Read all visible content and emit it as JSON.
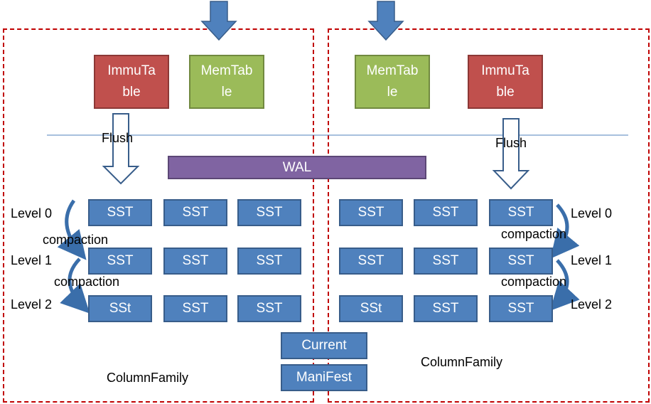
{
  "inputs": {
    "arrow_left": "down-arrow",
    "arrow_right": "down-arrow"
  },
  "left": {
    "immutable_label": "ImmuTa ble",
    "memtable_label": "MemTab le",
    "flush_label": "Flush",
    "levels": [
      "Level 0",
      "Level 1",
      "Level 2"
    ],
    "compaction_labels": [
      "compaction",
      "compaction"
    ],
    "sst_rows": [
      [
        "SST",
        "SST",
        "SST"
      ],
      [
        "SST",
        "SST",
        "SST"
      ],
      [
        "SSt",
        "SST",
        "SST"
      ]
    ],
    "column_family_label": "ColumnFamily"
  },
  "right": {
    "memtable_label": "MemTab le",
    "immutable_label": "ImmuTa ble",
    "flush_label": "Flush",
    "levels": [
      "Level 0",
      "Level 1",
      "Level 2"
    ],
    "compaction_labels": [
      "compaction",
      "compaction"
    ],
    "sst_rows": [
      [
        "SST",
        "SST",
        "SST"
      ],
      [
        "SST",
        "SST",
        "SST"
      ],
      [
        "SSt",
        "SST",
        "SST"
      ]
    ],
    "column_family_label": "ColumnFamily"
  },
  "shared": {
    "wal_label": "WAL",
    "current_label": "Current",
    "manifest_label": "ManiFest"
  },
  "colors": {
    "immutable": "#c0504d",
    "memtable": "#9bbb59",
    "sst": "#4f81bd",
    "wal": "#8064a2",
    "frame": "#c00000",
    "divider": "#4f81bd"
  }
}
